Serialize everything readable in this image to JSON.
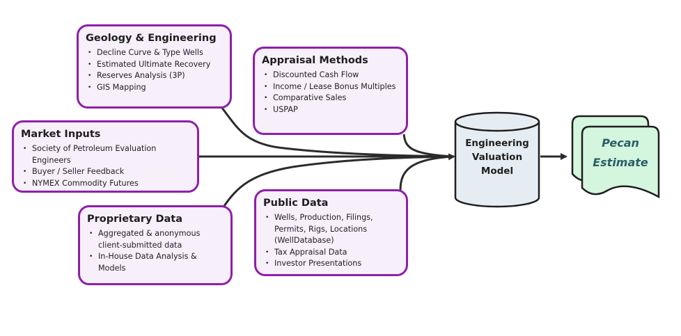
{
  "cards": [
    {
      "id": "geology",
      "title": "Geology & Engineering",
      "items": [
        "Decline Curve & Type Wells",
        "Estimated Ultimate Recovery",
        "Reserves Analysis (3P)",
        "GIS Mapping"
      ]
    },
    {
      "id": "appraisal",
      "title": "Appraisal Methods",
      "items": [
        "Discounted Cash Flow",
        "Income / Lease Bonus Multiples",
        "Comparative Sales",
        "USPAP"
      ]
    },
    {
      "id": "market",
      "title": "Market Inputs",
      "items": [
        "Society of Petroleum Evaluation Engineers",
        "Buyer / Seller Feedback",
        "NYMEX Commodity Futures"
      ]
    },
    {
      "id": "proprietary",
      "title": "Proprietary Data",
      "items": [
        "Aggregated & anonymous client-submitted data",
        "In-House Data Analysis & Models"
      ]
    },
    {
      "id": "public",
      "title": "Public Data",
      "items": [
        "Wells, Production, Filings, Permits, Rigs, Locations (WellDatabase)",
        "Tax Appraisal Data",
        "Investor Presentations"
      ]
    }
  ],
  "model": {
    "lines": [
      "Engineering",
      "Valuation",
      "Model"
    ]
  },
  "output": {
    "lines": [
      "Pecan",
      "Estimate"
    ]
  },
  "colors": {
    "card_border": "#8e1fa8",
    "card_fill": "#f7f0fb",
    "cylinder_fill": "#e6edf2",
    "document_fill": "#d4f5de",
    "connector": "#2b2b2b",
    "output_text": "#2a5f69"
  }
}
